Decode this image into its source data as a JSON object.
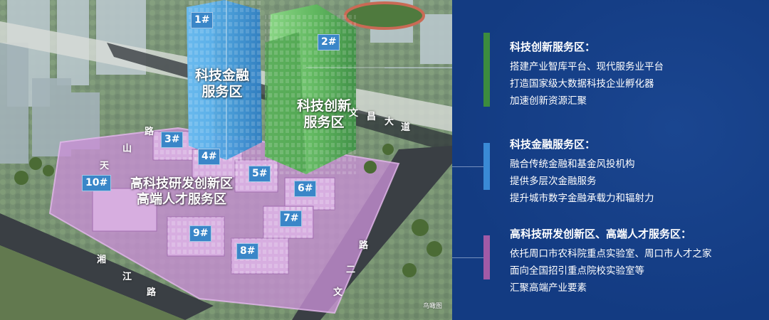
{
  "image": {
    "zones": {
      "finance": "科技金融\n服务区",
      "innovation": "科技创新\n服务区",
      "hitech": "高科技研发创新区\n高端人才服务区"
    },
    "building_tags": [
      "1#",
      "2#",
      "3#",
      "4#",
      "5#",
      "6#",
      "7#",
      "8#",
      "9#",
      "10#"
    ],
    "roads": {
      "tianshan": [
        "天",
        "山",
        "路"
      ],
      "wenchang": [
        "文",
        "昌",
        "大",
        "道"
      ],
      "xiangjiang": [
        "湘",
        "江",
        "路"
      ],
      "wen_er": [
        "文",
        "二",
        "路"
      ]
    },
    "caption": "鸟瞰图",
    "colors": {
      "finance_tower": "#4fa6e6",
      "innovation_tower": "#6cc46e",
      "hitech_zone": "#c98fd6"
    }
  },
  "panel": {
    "sections": [
      {
        "title": "科技创新服务区：",
        "lines": [
          "搭建产业智库平台、现代服务业平台",
          "打造国家级大数据科技企业孵化器",
          "加速创新资源汇聚"
        ],
        "accent": "#3c8c3e"
      },
      {
        "title": "科技金融服务区：",
        "lines": [
          "融合传统金融和基金风投机构",
          "提供多层次金融服务",
          "提升城市数字金融承载力和辐射力"
        ],
        "accent": "#3a8ad6"
      },
      {
        "title": "高科技研发创新区、高端人才服务区：",
        "lines": [
          "依托周口市农科院重点实验室、周口市人才之家",
          "面向全国招引重点院校实验室等",
          "汇聚高端产业要素"
        ],
        "accent": "#a15aa6"
      }
    ]
  }
}
